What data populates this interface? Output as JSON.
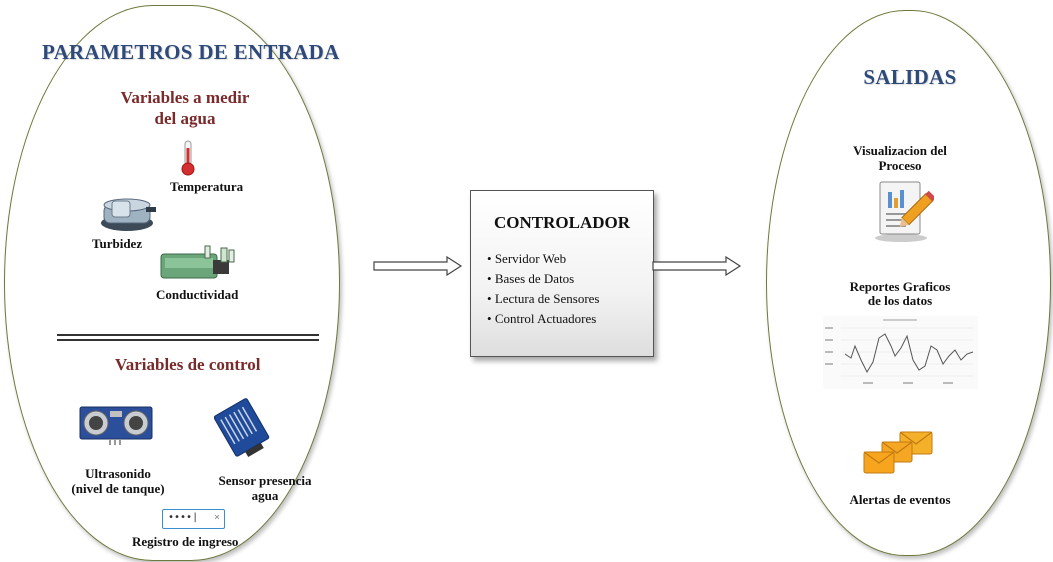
{
  "left": {
    "title": "PARAMETROS DE ENTRADA",
    "measure_heading": "Variables a medir del agua",
    "temperature_label": "Temperatura",
    "turbidity_label": "Turbidez",
    "conductivity_label": "Conductividad",
    "control_heading": "Variables de control",
    "ultrasonic_label_1": "Ultrasonido",
    "ultrasonic_label_2": "(nivel de tanque)",
    "water_sensor_label_1": "Sensor presencia",
    "water_sensor_label_2": "agua",
    "login_value": "••••|",
    "login_clear": "×",
    "login_label": "Registro de ingreso"
  },
  "controller": {
    "title": "CONTROLADOR",
    "items": [
      "Servidor Web",
      "Bases de Datos",
      "Lectura de Sensores",
      "Control Actuadores"
    ]
  },
  "right": {
    "title": "SALIDAS",
    "visualization_label_1": "Visualizacion del",
    "visualization_label_2": "Proceso",
    "reports_label_1": "Reportes Graficos",
    "reports_label_2": "de los datos",
    "alerts_label": "Alertas de eventos"
  },
  "colors": {
    "capsule_border": "#6b7a3a",
    "title_blue": "#2e4a7a",
    "subtitle_red": "#7a2a2a"
  }
}
